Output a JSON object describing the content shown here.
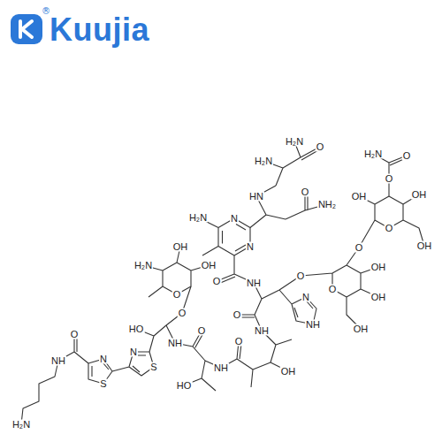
{
  "diagram": {
    "labels": [
      "Kuujia",
      "®",
      "H₂N",
      "O",
      "H₂N",
      "HN",
      "O",
      "NH₂",
      "N",
      "H₂N",
      "N",
      "O",
      "NH",
      "O",
      "N",
      "NH",
      "O",
      "NH",
      "OH",
      "O",
      "NH",
      "HO",
      "O",
      "NH",
      "O",
      "HO",
      "N",
      "S",
      "N",
      "S",
      "O",
      "NH",
      "H₂N",
      "O",
      "OH",
      "OH",
      "H₂N",
      "O",
      "OH",
      "OH",
      "OH",
      "O",
      "O",
      "OH",
      "OH",
      "OH",
      "O",
      "H₂N",
      "O"
    ]
  }
}
